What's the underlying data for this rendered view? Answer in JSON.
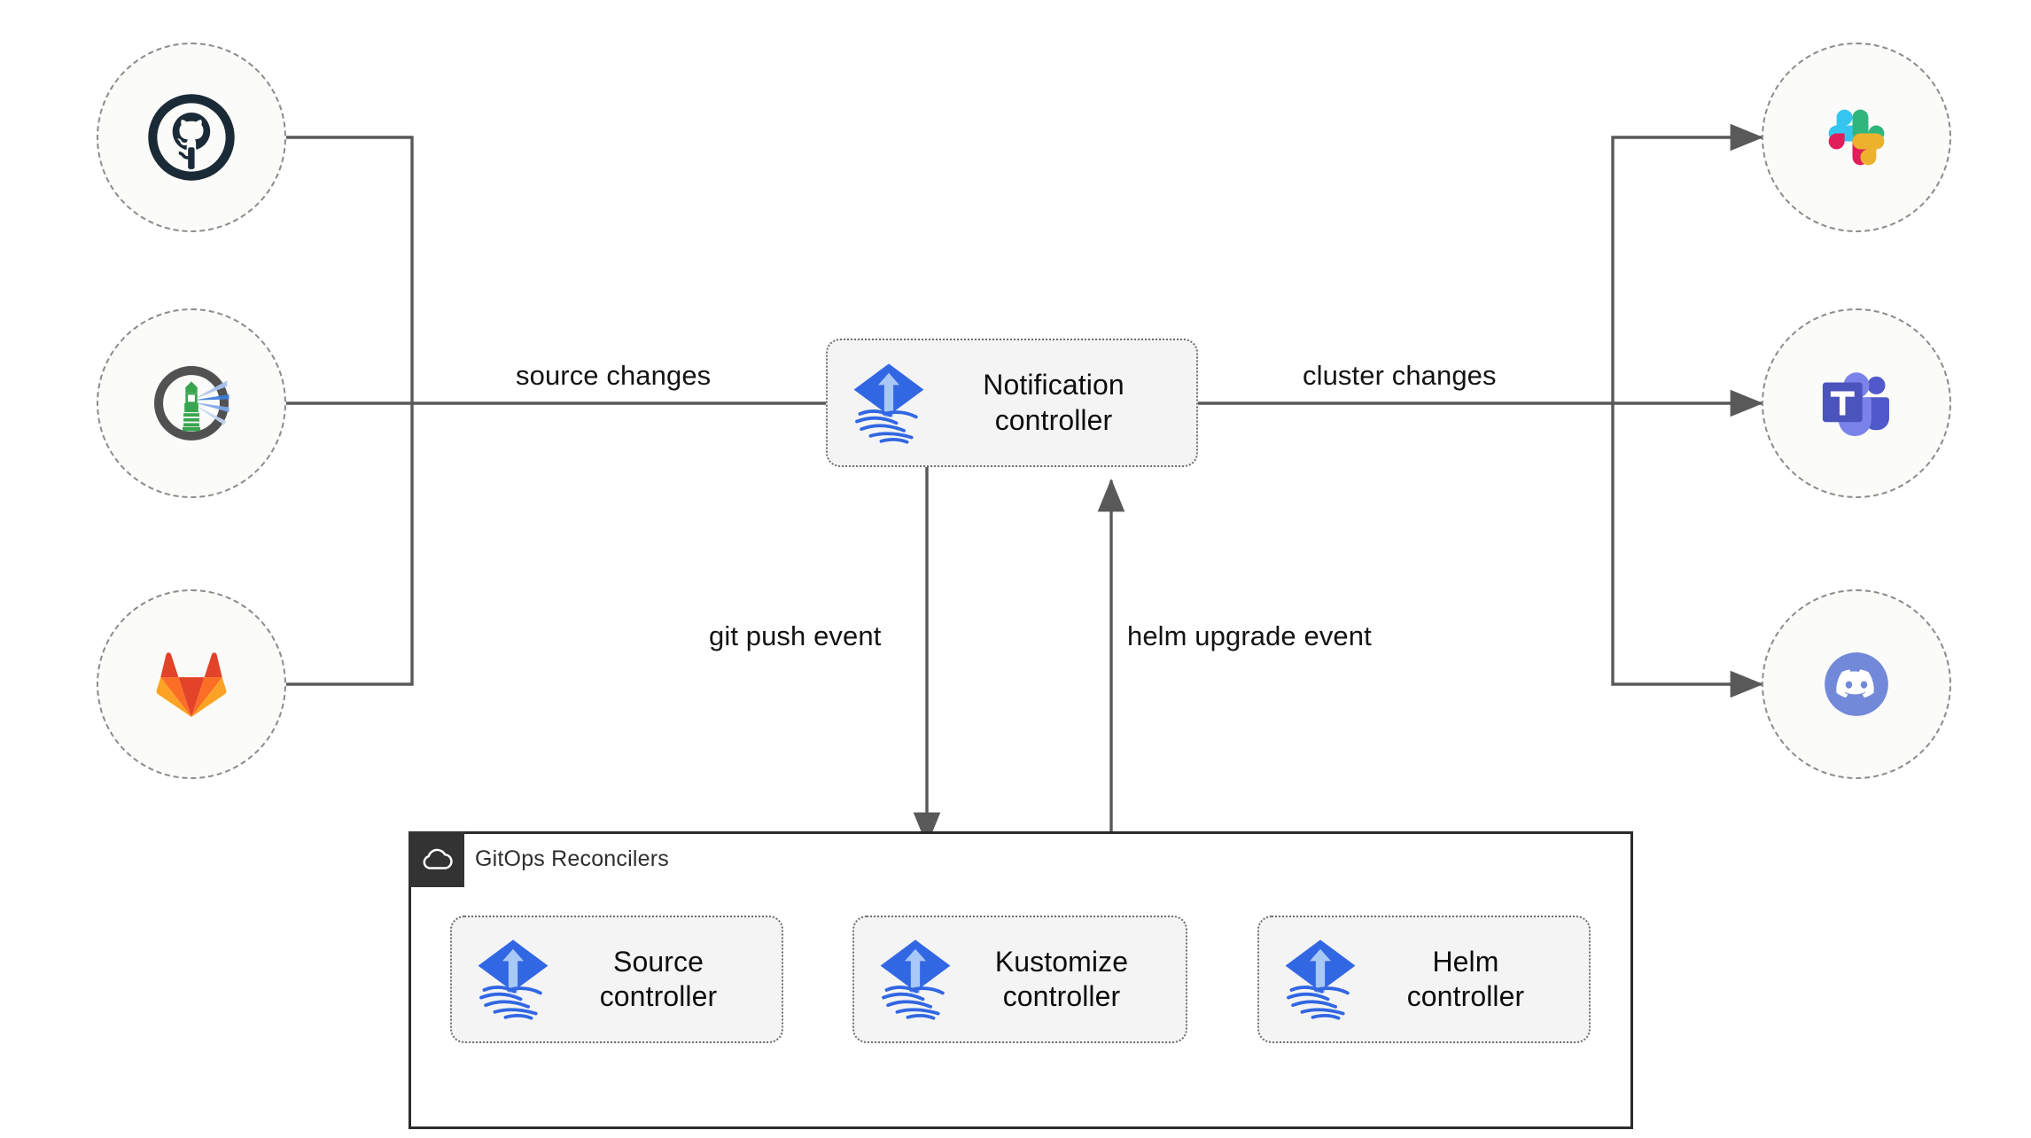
{
  "diagram": {
    "title": "Flux notification controller architecture",
    "background": "#ffffff",
    "line_color": "#595959",
    "box_fill": "#f4f4f4",
    "box_border": "#6e6e6e",
    "circle_fill": "#fbfbf9",
    "circle_border": "#8c8c8c"
  },
  "sources": [
    {
      "id": "github",
      "icon": "github-icon",
      "label": "GitHub"
    },
    {
      "id": "flux",
      "icon": "flux-lighthouse-icon",
      "label": "Flux"
    },
    {
      "id": "gitlab",
      "icon": "gitlab-icon",
      "label": "GitLab"
    }
  ],
  "destinations": [
    {
      "id": "slack",
      "icon": "slack-icon",
      "label": "Slack"
    },
    {
      "id": "teams",
      "icon": "microsoft-teams-icon",
      "label": "Microsoft Teams"
    },
    {
      "id": "discord",
      "icon": "discord-icon",
      "label": "Discord"
    }
  ],
  "notification_controller": {
    "icon": "flux-logo-icon",
    "line1": "Notification",
    "line2": "controller"
  },
  "reconcilers": {
    "badge_icon": "cloud-icon",
    "title": "GitOps Reconcilers",
    "controllers": [
      {
        "id": "source",
        "icon": "flux-logo-icon",
        "line1": "Source",
        "line2": "controller"
      },
      {
        "id": "kustomize",
        "icon": "flux-logo-icon",
        "line1": "Kustomize",
        "line2": "controller"
      },
      {
        "id": "helm",
        "icon": "flux-logo-icon",
        "line1": "Helm",
        "line2": "controller"
      }
    ]
  },
  "edges": {
    "source_changes": "source changes",
    "cluster_changes": "cluster changes",
    "git_push_event": "git push event",
    "helm_upgrade_event": "helm upgrade event"
  },
  "colors": {
    "flux_blue": "#3267E3",
    "flux_arrow": "#A8C8F5",
    "github_dark": "#1B2A37",
    "gitlab_orange": "#FC6D26",
    "gitlab_red": "#E24329",
    "gitlab_amber": "#FCA326",
    "slack_blue": "#36C5F0",
    "slack_green": "#2EB67D",
    "slack_red": "#E01E5A",
    "slack_yellow": "#ECB22E",
    "teams_purple": "#5059C9",
    "teams_indigo": "#7B83EB",
    "teams_dark": "#4B53BC",
    "discord_blurple": "#7289DA"
  }
}
